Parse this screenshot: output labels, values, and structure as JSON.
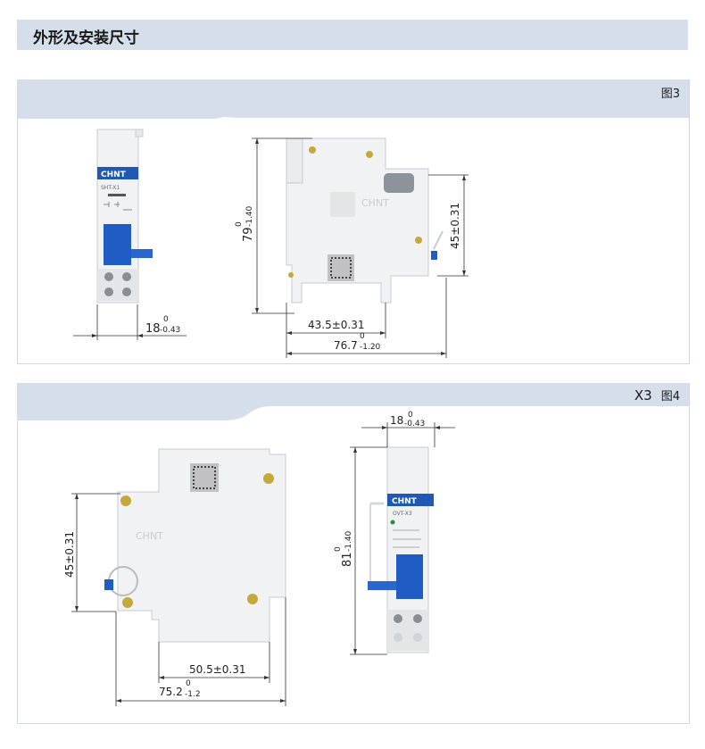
{
  "section_title": "外形及安装尺寸",
  "brand": "CHNT",
  "figure3": {
    "label": "图3",
    "module_name": "SHT-X1",
    "dimensions": {
      "width": "18",
      "width_upper": "0",
      "width_lower": "-0.43",
      "height": "79",
      "height_upper": "0",
      "height_lower": "-1.40",
      "mount_height": "45±0.31",
      "depth_rail": "43.5±0.31",
      "depth_total": "76.7",
      "depth_total_upper": "0",
      "depth_total_lower": "-1.20"
    }
  },
  "figure4": {
    "label": "图4",
    "prefix": "X3",
    "module_name": "OVT-X3",
    "dimensions": {
      "width": "18",
      "width_upper": "0",
      "width_lower": "-0.43",
      "height": "81",
      "height_upper": "0",
      "height_lower": "-1.40",
      "mount_height": "45±0.31",
      "depth_rail": "50.5±0.31",
      "depth_total": "75.2",
      "depth_total_upper": "0",
      "depth_total_lower": "-1.2"
    }
  }
}
